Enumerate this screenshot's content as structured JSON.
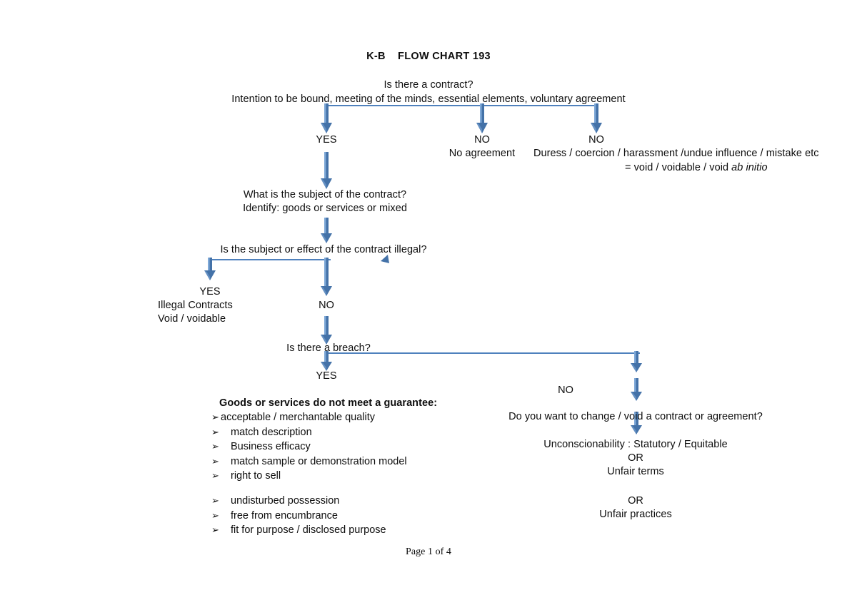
{
  "document": {
    "title": "K-B    FLOW CHART 193",
    "footer": "Page 1 of 4"
  },
  "colors": {
    "arrow_fill": "#4472a8",
    "arrow_highlight": "#6b9bd2",
    "connector_line": "#4f81bd",
    "text": "#0d0d0d"
  },
  "nodes": {
    "root_question": "Is there a contract?",
    "root_criteria": "Intention to be bound, meeting of the minds, essential elements, voluntary agreement",
    "branch_yes_1": "YES",
    "branch_no_1": "NO",
    "branch_no_1_text": "No agreement",
    "branch_no_2": "NO",
    "branch_no_2_line1": "Duress / coercion / harassment /undue influence / mistake etc",
    "branch_no_2_line2_prefix": "= void / voidable / void ",
    "branch_no_2_line2_italic": "ab initio",
    "subject_question": "What is the subject of the contract?",
    "subject_identify": "Identify: goods or services or mixed",
    "illegal_question": "Is the subject or effect of the contract illegal?",
    "illegal_yes": "YES",
    "illegal_yes_line1": "Illegal Contracts",
    "illegal_yes_line2": "Void / voidable",
    "illegal_no": "NO",
    "breach_question": "Is there a breach?",
    "breach_yes": "YES",
    "breach_no": "NO",
    "guarantee_heading": "Goods or services do not meet a guarantee:",
    "change_void_question": "Do you want to change / void a contract or agreement?",
    "unconscionability": "Unconscionability : Statutory / Equitable",
    "or_1": "OR",
    "unfair_terms": "Unfair terms",
    "or_2": "OR",
    "unfair_practices": "Unfair practices"
  },
  "guarantee_list": [
    {
      "bullet": "➢",
      "text": "acceptable / merchantable quality",
      "tight": true
    },
    {
      "bullet": "➢",
      "text": "match description",
      "tight": false
    },
    {
      "bullet": "➢",
      "text": "Business efficacy",
      "tight": false
    },
    {
      "bullet": "➢",
      "text": "match sample or demonstration model",
      "tight": false
    },
    {
      "bullet": "➢",
      "text": "right to sell",
      "tight": false
    }
  ],
  "guarantee_list_2": [
    {
      "bullet": "➢",
      "text": "undisturbed possession"
    },
    {
      "bullet": "➢",
      "text": "free from encumbrance"
    },
    {
      "bullet": "➢",
      "text": "fit for purpose / disclosed purpose"
    }
  ]
}
